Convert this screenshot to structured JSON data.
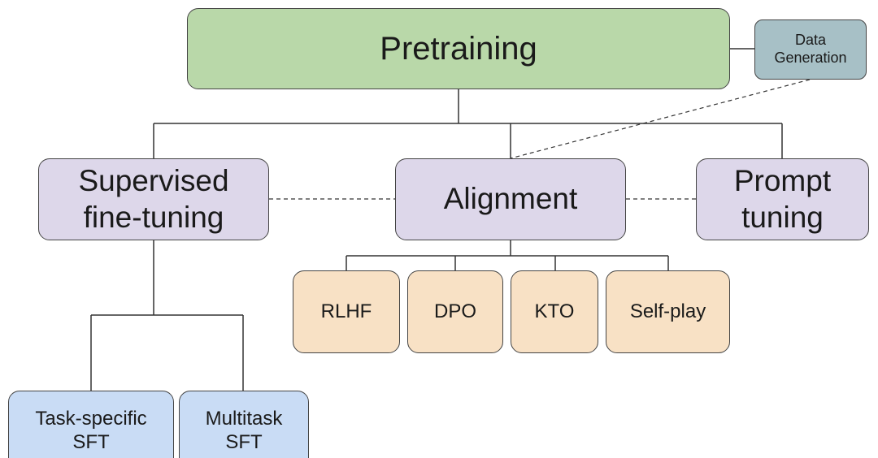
{
  "colors": {
    "pretraining_fill": "#b9d8a9",
    "data_generation_fill": "#a7c0c6",
    "method_fill": "#ddd7ea",
    "alignment_leaf_fill": "#f8e1c5",
    "sft_leaf_fill": "#c9dcf5",
    "line": "#333333"
  },
  "nodes": {
    "pretraining": "Pretraining",
    "data_generation": "Data\nGeneration",
    "supervised_fine_tuning": "Supervised\nfine-tuning",
    "alignment": "Alignment",
    "prompt_tuning": "Prompt\ntuning",
    "rlhf": "RLHF",
    "dpo": "DPO",
    "kto": "KTO",
    "self_play": "Self-play",
    "task_specific_sft": "Task-specific\nSFT",
    "multitask_sft": "Multitask\nSFT"
  },
  "edges": [
    {
      "from": "pretraining",
      "to": "data_generation",
      "style": "solid"
    },
    {
      "from": "pretraining",
      "to": "supervised_fine_tuning",
      "style": "solid"
    },
    {
      "from": "pretraining",
      "to": "alignment",
      "style": "solid"
    },
    {
      "from": "pretraining",
      "to": "prompt_tuning",
      "style": "solid"
    },
    {
      "from": "data_generation",
      "to": "alignment",
      "style": "dashed"
    },
    {
      "from": "supervised_fine_tuning",
      "to": "alignment",
      "style": "dashed"
    },
    {
      "from": "alignment",
      "to": "prompt_tuning",
      "style": "dashed"
    },
    {
      "from": "alignment",
      "to": "rlhf",
      "style": "solid"
    },
    {
      "from": "alignment",
      "to": "dpo",
      "style": "solid"
    },
    {
      "from": "alignment",
      "to": "kto",
      "style": "solid"
    },
    {
      "from": "alignment",
      "to": "self_play",
      "style": "solid"
    },
    {
      "from": "supervised_fine_tuning",
      "to": "task_specific_sft",
      "style": "solid"
    },
    {
      "from": "supervised_fine_tuning",
      "to": "multitask_sft",
      "style": "solid"
    }
  ]
}
